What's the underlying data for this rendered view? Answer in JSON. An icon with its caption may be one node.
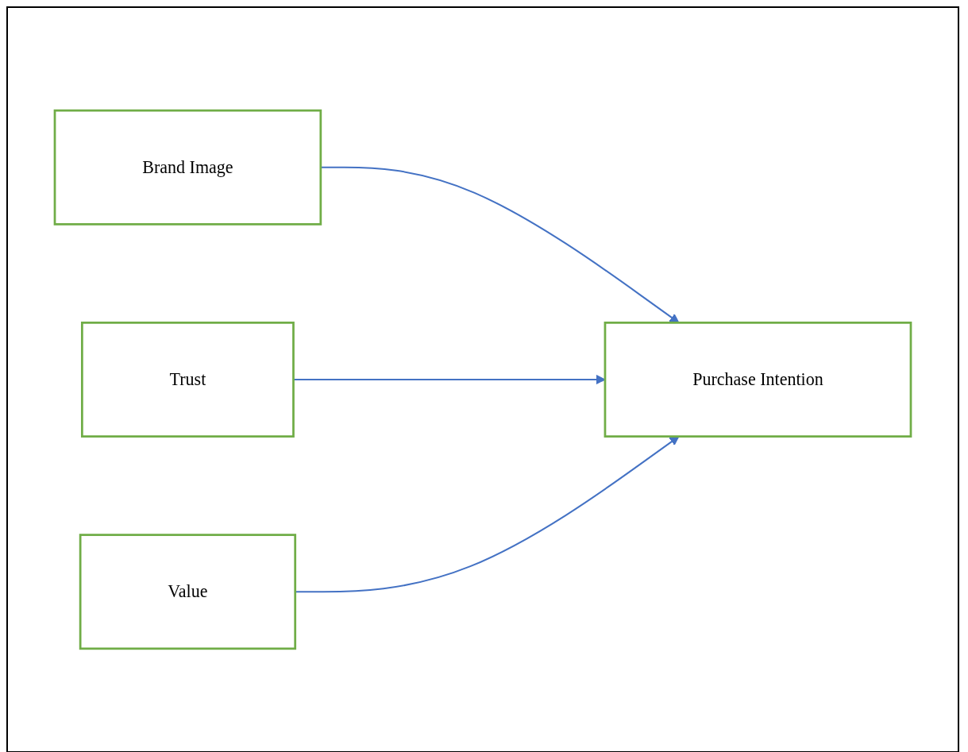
{
  "diagram": {
    "nodes": [
      {
        "text": [
          "Brand Image"
        ]
      },
      {
        "text": [
          "Trust"
        ]
      },
      {
        "text": [
          "Value"
        ]
      },
      {
        "text": [
          "Purchase Intention"
        ]
      }
    ],
    "edges": [
      {
        "from": 0,
        "to": 3,
        "arrow": "to"
      },
      {
        "from": 1,
        "to": 3,
        "arrow": "to"
      },
      {
        "from": 2,
        "to": 3,
        "arrow": "to"
      }
    ]
  }
}
